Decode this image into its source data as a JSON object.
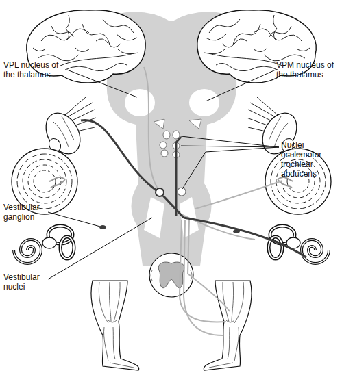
{
  "diagram": {
    "labels": [
      "VPL nucleus of the thalamus",
      "VPM nucleus of the thalamus",
      "Nuclei oculomotor trochlear abducens",
      "Vestibular ganglion",
      "Vestibular nuclei"
    ]
  }
}
